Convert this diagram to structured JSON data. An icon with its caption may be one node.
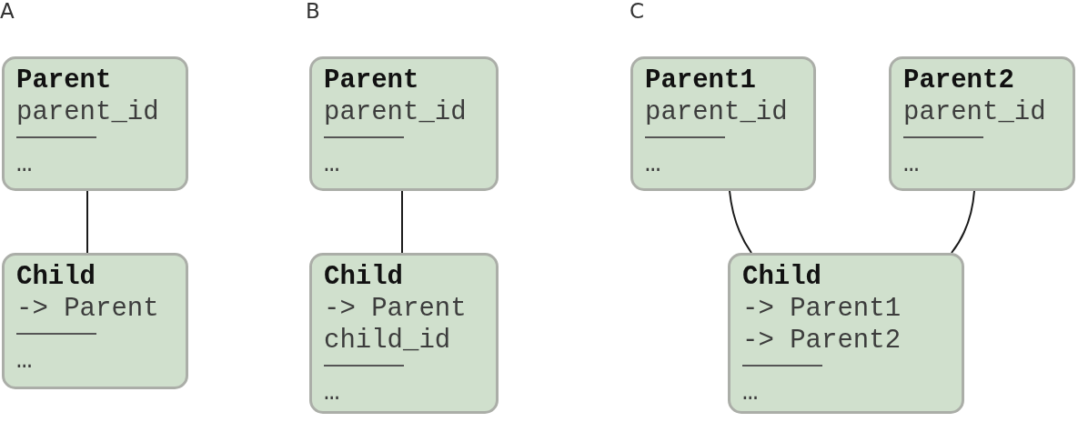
{
  "diagram": {
    "nodes": [
      {
        "text": [
          "Parent",
          "parent_id",
          "…"
        ]
      },
      {
        "text": [
          "Child",
          "-> Parent",
          "…"
        ]
      },
      {
        "text": [
          "Parent",
          "parent_id",
          "…"
        ]
      },
      {
        "text": [
          "Child",
          "-> Parent",
          "child_id",
          "…"
        ]
      },
      {
        "text": [
          "Parent1",
          "parent_id",
          "…"
        ]
      },
      {
        "text": [
          "Parent2",
          "parent_id",
          "…"
        ]
      },
      {
        "text": [
          "Child",
          "-> Parent1",
          "-> Parent2",
          "…"
        ]
      }
    ],
    "edges": [
      {
        "from": 0,
        "to": 1,
        "arrow": "none"
      },
      {
        "from": 2,
        "to": 3,
        "arrow": "none"
      },
      {
        "from": 4,
        "to": 6,
        "arrow": "none"
      },
      {
        "from": 5,
        "to": 6,
        "arrow": "none"
      }
    ],
    "labels": [
      "A",
      "B",
      "C"
    ]
  }
}
